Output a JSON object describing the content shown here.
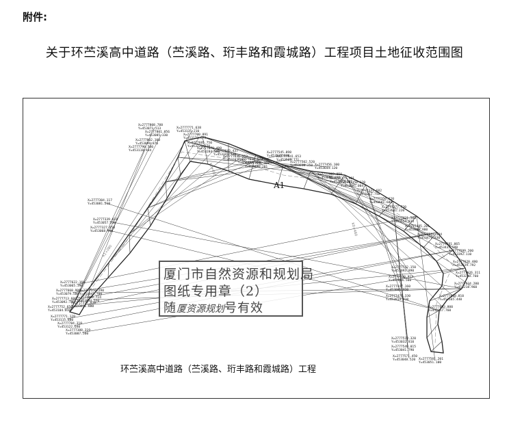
{
  "attachment_label": "附件:",
  "document_title": "关于环苎溪高中道路（苎溪路、珩丰路和霞城路）工程项目土地征收范围图",
  "map": {
    "segment_label": "A1",
    "caption": "环苎溪高中道路（苎溪路、珩丰路和霞城路）工程",
    "stamp": {
      "line1": "厦门市自然资源和规划局",
      "line2": "图纸专用章（2）",
      "line3_prefix": "随",
      "line3_signature": "厦资源规划",
      "line3_suffix": "号有效"
    },
    "coordinate_labels": [
      "X=2777808.788",
      "Y=453071.513",
      "X=2777801.056",
      "Y=453085.330",
      "X=2777802.100",
      "Y=453099.876",
      "X=2777790.500",
      "Y=453118.934",
      "X=2777771.638",
      "Y=453135.210",
      "X=2777700.891",
      "Y=453173.673",
      "X=2777685.750",
      "Y=453226.770",
      "X=2777670.400",
      "Y=453284.380",
      "X=2777643.437",
      "Y=453341.120",
      "X=2777636.553",
      "Y=453387.264",
      "X=2777610.573",
      "Y=453436.150",
      "X=2777556.377",
      "Y=453491.201",
      "X=2777545.898",
      "Y=453531.840",
      "X=2777541.653",
      "Y=453569.771",
      "X=2777502.520",
      "Y=453610.250",
      "X=2777456.100",
      "Y=453644.120",
      "X=2777403.850",
      "Y=453660.330",
      "X=2777375.481",
      "Y=453673.101",
      "X=2777350.120",
      "Y=453691.004",
      "X=2777331.682",
      "Y=453762.750",
      "X=2777350.620",
      "Y=453601.688",
      "X=2777377.730",
      "Y=453581.220",
      "X=2777431.500",
      "Y=453554.833",
      "X=2777485.201",
      "Y=453509.900",
      "X=2777533.394",
      "Y=453471.830",
      "X=2777581.065",
      "Y=453435.590",
      "X=2777599.200",
      "Y=453392.110",
      "X=2777620.480",
      "Y=453329.792",
      "X=2777626.311",
      "Y=453280.760",
      "X=2777634.200",
      "Y=453218.960",
      "X=2777658.810",
      "Y=453165.440",
      "X=2777693.800",
      "Y=453117.760",
      "X=2777742.150",
      "Y=453093.890",
      "X=2777760.912",
      "Y=453066.560",
      "X=2777447.160",
      "Y=453006.930",
      "X=2777478.330",
      "Y=453014.410",
      "X=2777519.320",
      "Y=453032.810",
      "X=2777549.015",
      "Y=453041.790",
      "X=2777571.450",
      "Y=453048.520",
      "X=2777581.201",
      "Y=453051.100",
      "X=2777622.160",
      "Y=453065.390",
      "X=2777668.900",
      "Y=453079.500",
      "X=2777713.600",
      "Y=453092.740",
      "X=2777752.650",
      "Y=453104.010",
      "X=2777771.120",
      "Y=453115.880",
      "X=2777784.310",
      "Y=453122.640",
      "X=2777388.319",
      "Y=453007.560",
      "X=2777377.038",
      "Y=453021.880",
      "X=2777360.724",
      "Y=453034.550",
      "X=2777350.290",
      "Y=453045.700",
      "X=2777339.018",
      "Y=453057.230",
      "X=2777327.650",
      "Y=453068.940",
      "X=2777304.117",
      "Y=453081.210"
    ]
  }
}
